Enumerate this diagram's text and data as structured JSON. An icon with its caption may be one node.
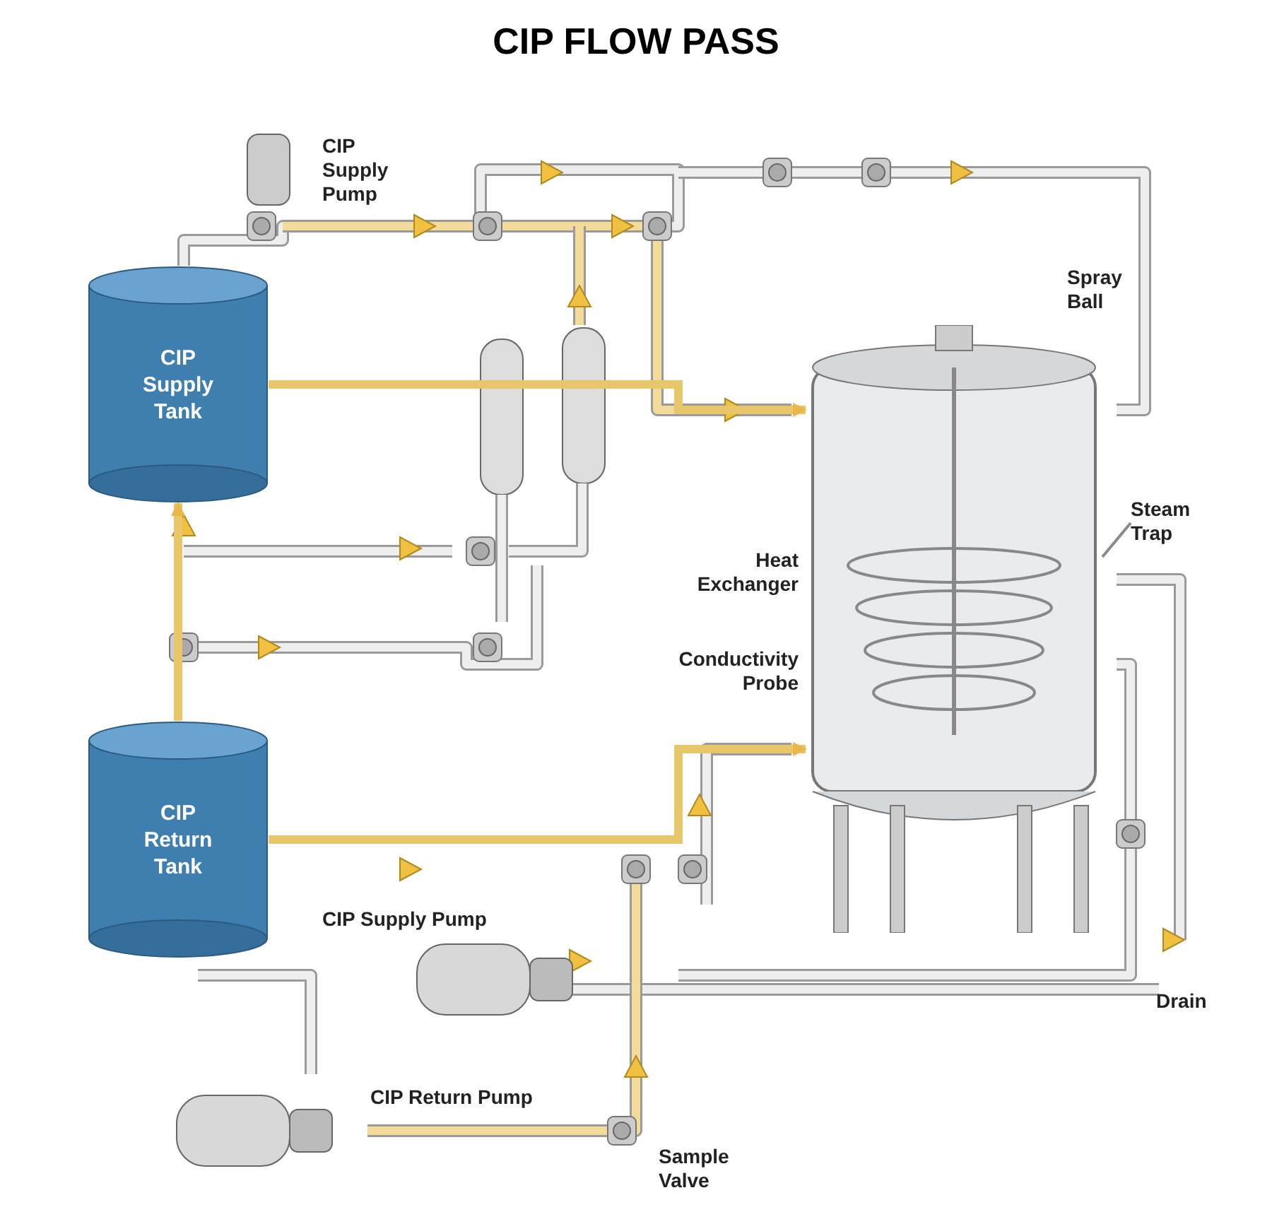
{
  "diagram": {
    "title": "CIP FLOW PASS",
    "nodes": [
      {
        "text": [
          "CIP Supply Tank"
        ]
      },
      {
        "text": [
          "CIP Return Tank"
        ]
      },
      {
        "text": [],
        "shape": "cylinder",
        "beside": [
          "Heat Exchanger",
          "Conductivity Probe"
        ]
      },
      {
        "text": [
          "Steam Trap"
        ]
      }
    ],
    "edges": [
      {
        "from": 0,
        "to": 2,
        "arrow": "to"
      },
      {
        "from": 1,
        "to": 2,
        "arrow": "to"
      },
      {
        "from": 1,
        "to": 0,
        "arrow": "to"
      },
      {
        "from": 3,
        "to": 2,
        "arrow": "none",
        "color": "#8a8a8a"
      }
    ],
    "labels": [
      "CIP Supply Pump",
      "Spray Ball",
      "CIP Supply Pump",
      "CIP Return Pump",
      "Sample Valve",
      "Drain"
    ]
  }
}
